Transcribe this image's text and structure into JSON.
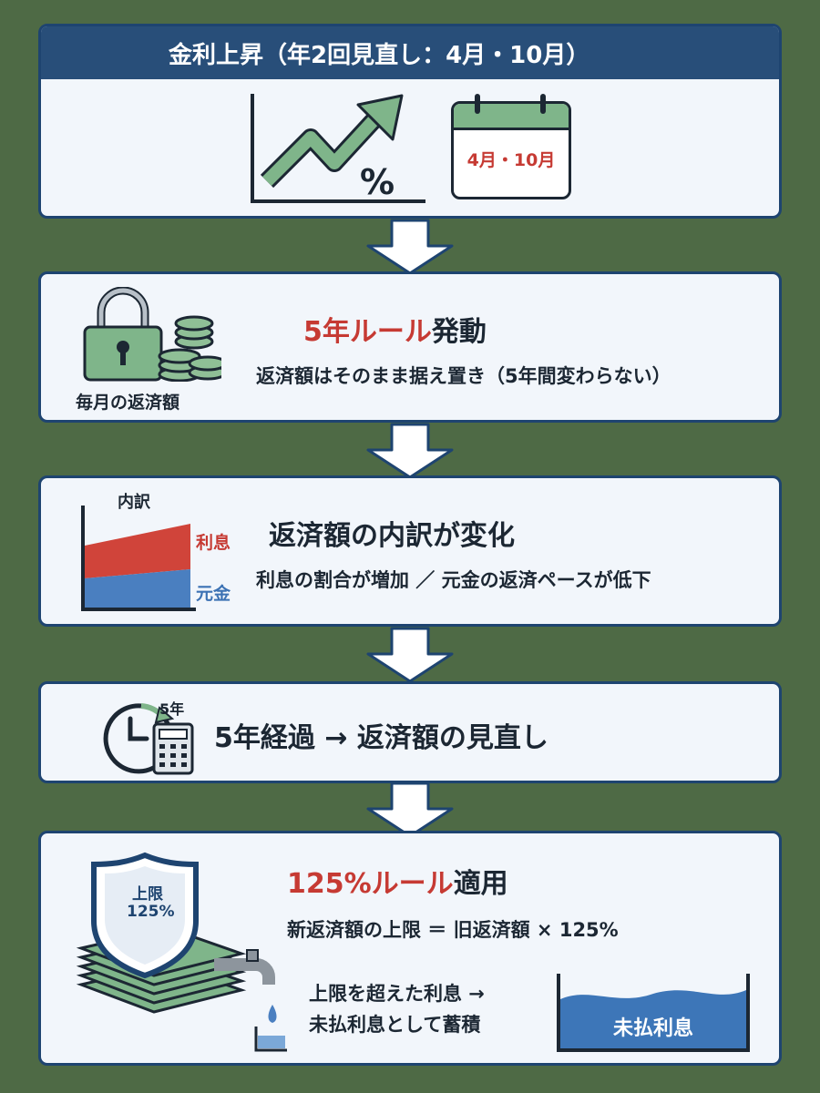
{
  "header": {
    "title": "金利上昇（年2回見直し：4月・10月）"
  },
  "step1": {
    "calendar_label": "4月・10月",
    "chart_symbol": "%"
  },
  "step2": {
    "title_accent": "5年ルール",
    "title_rest": "発動",
    "subtitle": "返済額はそのまま据え置き（5年間変わらない）",
    "icon_label": "毎月の返済額"
  },
  "step3": {
    "title": "返済額の内訳が変化",
    "subtitle": "利息の割合が増加 ／ 元金の返済ペースが低下",
    "chart_title": "内訳",
    "interest_label": "利息",
    "principal_label": "元金"
  },
  "step4": {
    "title": "5年経過 → 返済額の見直し",
    "clock_label": "5年"
  },
  "step5": {
    "title_accent": "125%ルール",
    "title_rest": "適用",
    "formula": "新返済額の上限 ＝ 旧返済額 × 125%",
    "shield_line1": "上限",
    "shield_line2": "125%",
    "note_line1": "上限を超えた利息 →",
    "note_line2": "未払利息として蓄積",
    "tank_label": "未払利息"
  },
  "colors": {
    "navy": "#284e79",
    "red": "#c63a33",
    "green": "#7fb58a",
    "blue": "#4a7fc0",
    "background": "#4e6a45"
  }
}
